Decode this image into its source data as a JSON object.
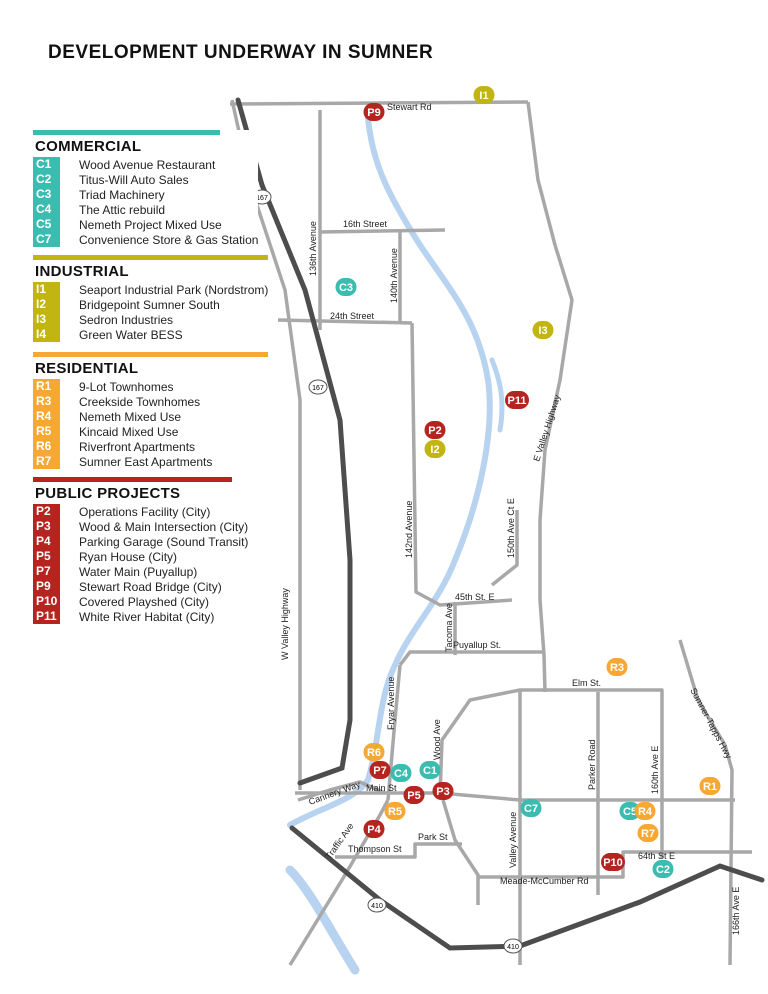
{
  "title": "DEVELOPMENT UNDERWAY IN SUMNER",
  "colors": {
    "commercial": "#3bbcb0",
    "industrial": "#c2b511",
    "residential": "#f7a833",
    "public": "#b5241f",
    "road": "#a8a8a8",
    "highway": "#4d4d4d",
    "river": "#b8d3f0"
  },
  "legend": [
    {
      "title": "COMMERCIAL",
      "color": "#3bbcb0",
      "items": [
        {
          "code": "C1",
          "name": "Wood Avenue Restaurant"
        },
        {
          "code": "C2",
          "name": "Titus-Will Auto Sales"
        },
        {
          "code": "C3",
          "name": "Triad Machinery"
        },
        {
          "code": "C4",
          "name": "The Attic rebuild"
        },
        {
          "code": "C5",
          "name": "Nemeth Project Mixed Use"
        },
        {
          "code": "C7",
          "name": "Convenience Store & Gas Station"
        }
      ]
    },
    {
      "title": "INDUSTRIAL",
      "color": "#c2b511",
      "items": [
        {
          "code": "I1",
          "name": "Seaport Industrial Park (Nordstrom)"
        },
        {
          "code": "I2",
          "name": "Bridgepoint Sumner South"
        },
        {
          "code": "I3",
          "name": "Sedron Industries"
        },
        {
          "code": "I4",
          "name": "Green Water BESS"
        }
      ]
    },
    {
      "title": "RESIDENTIAL",
      "color": "#f7a833",
      "items": [
        {
          "code": "R1",
          "name": "9-Lot Townhomes"
        },
        {
          "code": "R3",
          "name": "Creekside Townhomes"
        },
        {
          "code": "R4",
          "name": "Nemeth Mixed Use"
        },
        {
          "code": "R5",
          "name": "Kincaid Mixed Use"
        },
        {
          "code": "R6",
          "name": "Riverfront Apartments"
        },
        {
          "code": "R7",
          "name": "Sumner East Apartments"
        }
      ]
    },
    {
      "title": "PUBLIC PROJECTS",
      "color": "#b5241f",
      "items": [
        {
          "code": "P2",
          "name": "Operations Facility (City)"
        },
        {
          "code": "P3",
          "name": "Wood & Main Intersection (City)"
        },
        {
          "code": "P4",
          "name": "Parking Garage (Sound Transit)"
        },
        {
          "code": "P5",
          "name": "Ryan House (City)"
        },
        {
          "code": "P7",
          "name": "Water Main (Puyallup)"
        },
        {
          "code": "P9",
          "name": "Stewart Road Bridge (City)"
        },
        {
          "code": "P10",
          "name": "Covered Playshed (City)"
        },
        {
          "code": "P11",
          "name": "White River Habitat (City)"
        }
      ]
    }
  ],
  "roads": {
    "stewart": "Stewart Rd",
    "st16": "16th Street",
    "st24": "24th Street",
    "ave136": "136th Avenue",
    "ave140": "140th Avenue",
    "ave142": "142nd Avenue",
    "evalley": "E Valley Highway",
    "ave150": "150th Ave Ct E",
    "st45": "45th St. E",
    "tacoma": "Tacoma Ave",
    "puyallup": "Puyallup St.",
    "fryar": "Fryar Avenue",
    "wvalley": "W Valley Highway",
    "elm": "Elm St.",
    "wood": "Wood Ave",
    "main": "Main St",
    "cannery": "Cannery Way",
    "traffic": "Traffic Ave",
    "thompson": "Thompson St",
    "park": "Park St",
    "valley": "Valley Avenue",
    "parker": "Parker Road",
    "ave160": "160th Ave E",
    "st64": "64th St E",
    "meade": "Meade-McCumber Rd",
    "sumnertapps": "Sumner-Tapps Hwy",
    "ave166": "166th Ave E",
    "sr167": "167",
    "sr410": "410"
  },
  "markers": {
    "P9": "P9",
    "I1": "I1",
    "C3": "C3",
    "I3": "I3",
    "P11": "P11",
    "P2": "P2",
    "I2": "I2",
    "R3": "R3",
    "R6": "R6",
    "P7": "P7",
    "C4": "C4",
    "C1": "C1",
    "P5": "P5",
    "P3": "P3",
    "R5": "R5",
    "P4": "P4",
    "C7": "C7",
    "C5": "C5",
    "R4": "R4",
    "R7": "R7",
    "P10": "P10",
    "C2": "C2",
    "R1": "R1"
  }
}
